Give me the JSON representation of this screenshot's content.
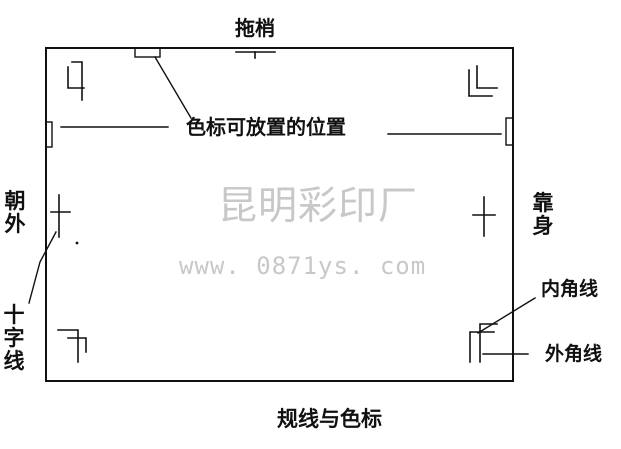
{
  "labels": {
    "gripper": "拖梢",
    "color_bar_position": "色标可放置的位置",
    "facing_out": "朝外",
    "lay_side": "靠身",
    "cross_line": "十字线",
    "inner_corner_line": "内角线",
    "outer_corner_line": "外角线",
    "caption": "规线与色标"
  },
  "watermark": {
    "company": "昆明彩印厂",
    "url": "www. 0871ys. com"
  },
  "colors": {
    "line": "#111111",
    "watermark": "#c8c8c8",
    "background": "#ffffff"
  }
}
